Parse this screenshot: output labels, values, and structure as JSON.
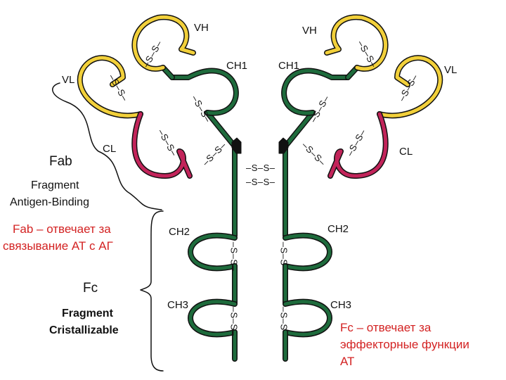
{
  "labels": {
    "vh_left": "VH",
    "vh_right": "VH",
    "ch1_left": "CH1",
    "ch1_right": "CH1",
    "vl_left": "VL",
    "vl_right": "VL",
    "cl_left": "CL",
    "cl_right": "CL",
    "ch2_left": "CH2",
    "ch2_right": "CH2",
    "ch3_left": "CH3",
    "ch3_right": "CH3",
    "disulfide": "–S–S–"
  },
  "fab": {
    "title": "Fab",
    "name_line1": "Fragment",
    "name_line2": "Antigen-Binding",
    "note_line1": "Fab – отвечает за",
    "note_line2": "связывание АТ с АГ"
  },
  "fc": {
    "title": "Fc",
    "name_line1": "Fragment",
    "name_line2": "Cristallizable",
    "note_line1": "Fc – отвечает за",
    "note_line2": "эффекторные функции",
    "note_line3": "АТ"
  },
  "colors": {
    "heavy_chain": "#1e6b3c",
    "variable_domain": "#f2d03a",
    "light_constant": "#c2245a",
    "note_text": "#d32222"
  }
}
